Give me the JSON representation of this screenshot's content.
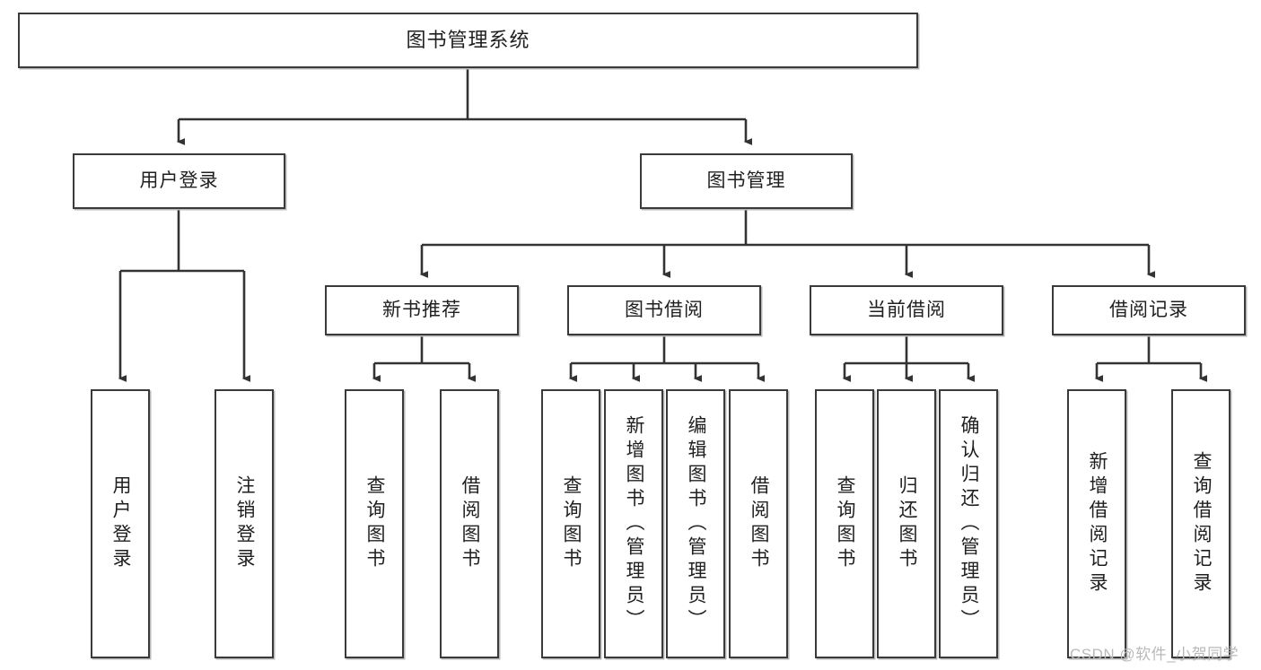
{
  "diagram": {
    "title": "图书管理系统",
    "type": "tree-hierarchy-chart",
    "levels": 4,
    "nodes": {
      "root": {
        "label": "图书管理系统"
      },
      "level2": [
        {
          "id": "user-login",
          "label": "用户登录"
        },
        {
          "id": "book-management",
          "label": "图书管理"
        }
      ],
      "level3": [
        {
          "id": "new-book-recommend",
          "label": "新书推荐"
        },
        {
          "id": "book-borrow",
          "label": "图书借阅"
        },
        {
          "id": "current-borrow",
          "label": "当前借阅"
        },
        {
          "id": "borrow-record",
          "label": "借阅记录"
        }
      ],
      "leaves": {
        "user-login": [
          {
            "id": "leaf-user-login",
            "label": "用户登录"
          },
          {
            "id": "leaf-logout-login",
            "label": "注销登录"
          }
        ],
        "new-book-recommend": [
          {
            "id": "leaf-query-book-1",
            "label": "查询图书"
          },
          {
            "id": "leaf-borrow-book-1",
            "label": "借阅图书"
          }
        ],
        "book-borrow": [
          {
            "id": "leaf-query-book-2",
            "label": "查询图书"
          },
          {
            "id": "leaf-add-book",
            "label": "新增图书（管理员）"
          },
          {
            "id": "leaf-edit-book",
            "label": "编辑图书（管理员）"
          },
          {
            "id": "leaf-borrow-book-2",
            "label": "借阅图书"
          }
        ],
        "current-borrow": [
          {
            "id": "leaf-query-book-3",
            "label": "查询图书"
          },
          {
            "id": "leaf-return-book",
            "label": "归还图书"
          },
          {
            "id": "leaf-confirm-return",
            "label": "确认归还（管理员）"
          }
        ],
        "borrow-record": [
          {
            "id": "leaf-add-record",
            "label": "新增借阅记录"
          },
          {
            "id": "leaf-query-record",
            "label": "查询借阅记录"
          }
        ]
      }
    },
    "colors": {
      "node_border": "#3a3a3a",
      "node_fill": "#ffffff",
      "edge": "#333333",
      "text": "#1f1f1f",
      "shadow": "#b8b8b8",
      "watermark": "#b9b9b9",
      "background": "#ffffff"
    }
  },
  "watermark": {
    "text": "CSDN @软件_小贺同学"
  }
}
